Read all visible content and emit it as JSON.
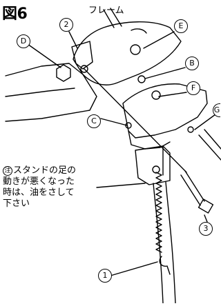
{
  "figure": {
    "title": "図6",
    "frame_label": "フレーム",
    "note_mark": "注",
    "note_lines": [
      "スタンドの足の",
      "動きが悪くなった",
      "時は、油をさして",
      "下さい"
    ]
  },
  "callouts": {
    "c1": "1",
    "c2": "2",
    "c3": "3",
    "b": "B",
    "c": "C",
    "d": "D",
    "e": "E",
    "f": "F",
    "g": "G"
  }
}
